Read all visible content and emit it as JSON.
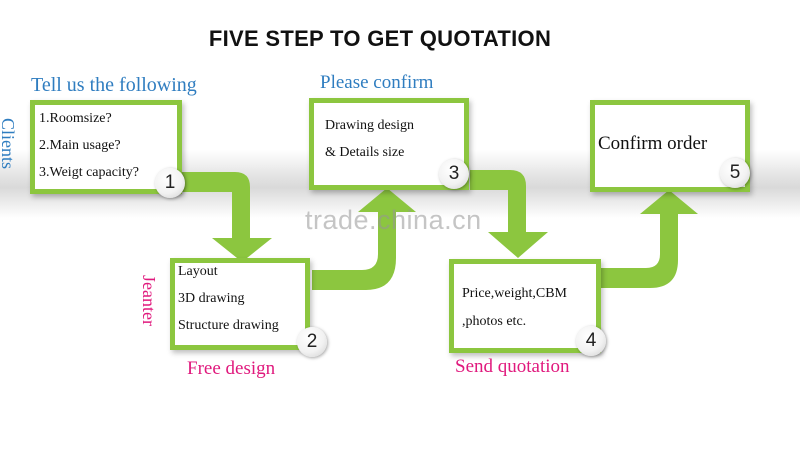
{
  "title": "FIVE STEP TO GET QUOTATION",
  "side_labels": {
    "clients": "Clients",
    "jeanter": "Jeanter"
  },
  "step1": {
    "heading": "Tell us the following",
    "lines": [
      "1.Roomsize?",
      "2.Main usage?",
      "3.Weigt capacity?"
    ],
    "number": "1"
  },
  "step2": {
    "caption": "Free design",
    "lines": [
      "Layout",
      "3D drawing",
      "Structure drawing"
    ],
    "number": "2"
  },
  "step3": {
    "heading": "Please confirm",
    "lines": [
      "Drawing design",
      "& Details size"
    ],
    "number": "3"
  },
  "step4": {
    "caption": "Send quotation",
    "lines": [
      "Price,weight,CBM",
      ",photos etc."
    ],
    "number": "4"
  },
  "step5": {
    "lines": [
      "Confirm order"
    ],
    "number": "5"
  },
  "watermark": "trade.china.cn",
  "colors": {
    "box_border": "#8cc63f",
    "arrow": "#8cc63f",
    "heading": "#2f7dc0",
    "caption": "#e0197d"
  }
}
